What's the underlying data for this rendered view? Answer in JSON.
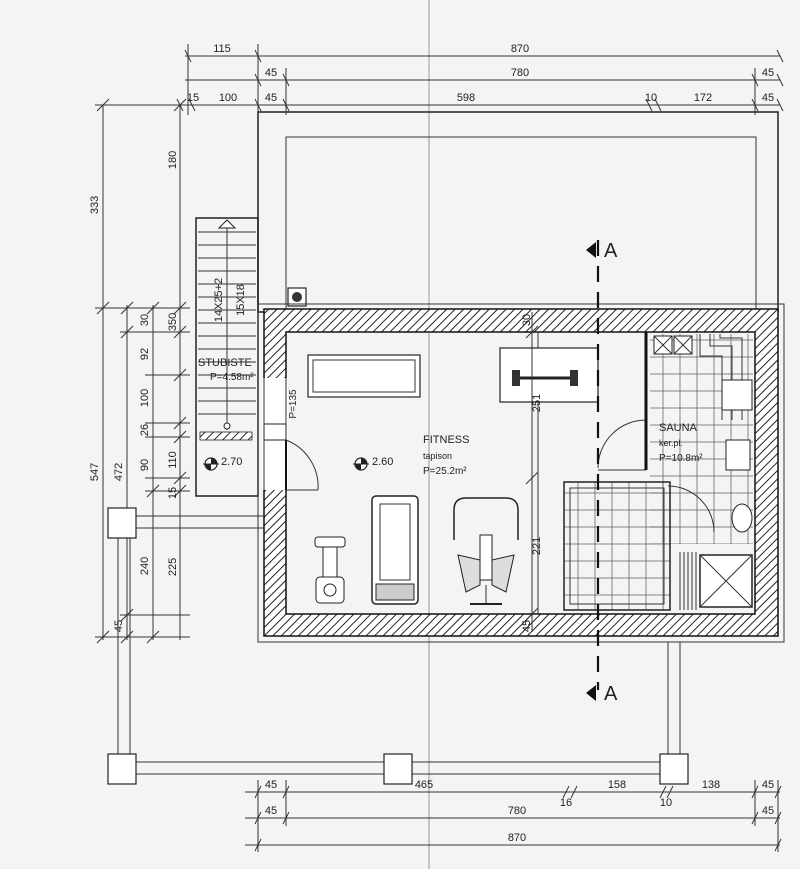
{
  "dimensions": {
    "top": {
      "row1": [
        "115",
        "870"
      ],
      "row2": [
        "45",
        "780",
        "45"
      ],
      "row3": [
        "15",
        "100",
        "45",
        "598",
        "10",
        "172",
        "45"
      ]
    },
    "left": {
      "outer": [
        "333",
        "547"
      ],
      "middle": [
        "180",
        "350",
        "472",
        "240"
      ],
      "inner": [
        "30",
        "92",
        "100",
        "26",
        "90",
        "110",
        "15",
        "225",
        "45"
      ]
    },
    "bottom": {
      "row1": [
        "45",
        "465",
        "16",
        "158",
        "10",
        "138",
        "45"
      ],
      "row2": [
        "45",
        "780",
        "45"
      ],
      "row3": [
        "870"
      ]
    },
    "inner": [
      "30",
      "251",
      "221",
      "45",
      "P=135"
    ]
  },
  "rooms": {
    "stair": {
      "name": "STUBISTE",
      "area": "P=4.58m²",
      "steps_a": "14X25+2",
      "steps_b": "15X18",
      "level": "2.70"
    },
    "fitness": {
      "name": "FITNESS",
      "floor": "tapison",
      "area": "P=25.2m²",
      "level": "2.60"
    },
    "sauna": {
      "name": "SAUNA",
      "floor": "ker.pl.",
      "area": "P=10.8m²"
    }
  },
  "section": {
    "top": "A",
    "bottom": "A"
  }
}
